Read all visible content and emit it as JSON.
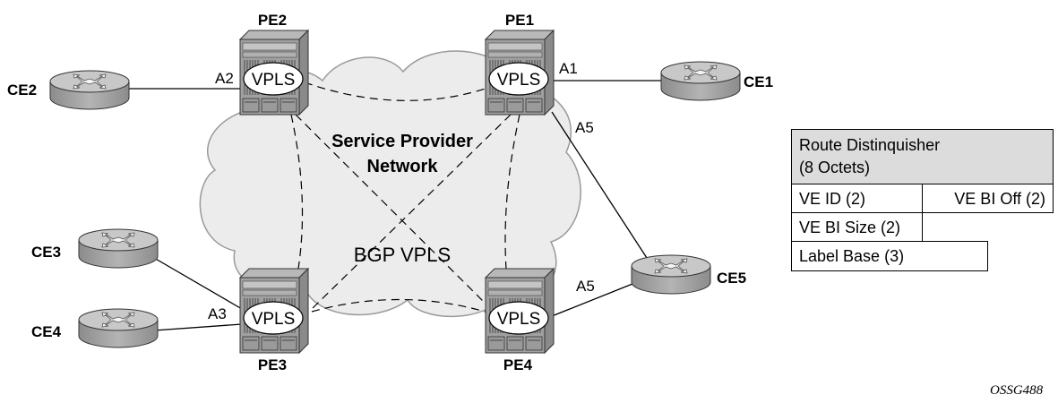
{
  "cloud": {
    "title_line1": "Service Provider",
    "title_line2": "Network",
    "overlay_label": "BGP VPLS"
  },
  "pe_routers": [
    {
      "id": "PE2",
      "service": "VPLS"
    },
    {
      "id": "PE1",
      "service": "VPLS"
    },
    {
      "id": "PE3",
      "service": "VPLS"
    },
    {
      "id": "PE4",
      "service": "VPLS"
    }
  ],
  "ce_routers": [
    {
      "id": "CE2"
    },
    {
      "id": "CE1"
    },
    {
      "id": "CE3"
    },
    {
      "id": "CE4"
    },
    {
      "id": "CE5"
    }
  ],
  "attachment_circuits": [
    {
      "label": "A2",
      "from": "CE2",
      "to": "PE2"
    },
    {
      "label": "A1",
      "from": "CE1",
      "to": "PE1"
    },
    {
      "label": "A3",
      "from": "CE3/CE4",
      "to": "PE3"
    },
    {
      "label": "A5",
      "from": "CE5",
      "to": "PE1"
    },
    {
      "label": "A5",
      "from": "CE5",
      "to": "PE4"
    }
  ],
  "pseudowires": [
    {
      "from": "PE2",
      "to": "PE1"
    },
    {
      "from": "PE2",
      "to": "PE3"
    },
    {
      "from": "PE2",
      "to": "PE4"
    },
    {
      "from": "PE1",
      "to": "PE3"
    },
    {
      "from": "PE1",
      "to": "PE4"
    },
    {
      "from": "PE3",
      "to": "PE4"
    }
  ],
  "nlri_table": {
    "route_distinguisher_line1": "Route Distinquisher",
    "route_distinguisher_line2": "(8 Octets)",
    "ve_id": "VE ID (2)",
    "ve_bi_off": "VE BI Off (2)",
    "ve_bi_size": "VE BI Size (2)",
    "label_base": "Label Base (3)"
  },
  "figure_id": "OSSG488",
  "colors": {
    "cloud_fill": "#ececec",
    "cloud_stroke": "#9a9a9a",
    "device_gray": "#a8a8a8",
    "table_header_fill": "#dcdcdc"
  }
}
